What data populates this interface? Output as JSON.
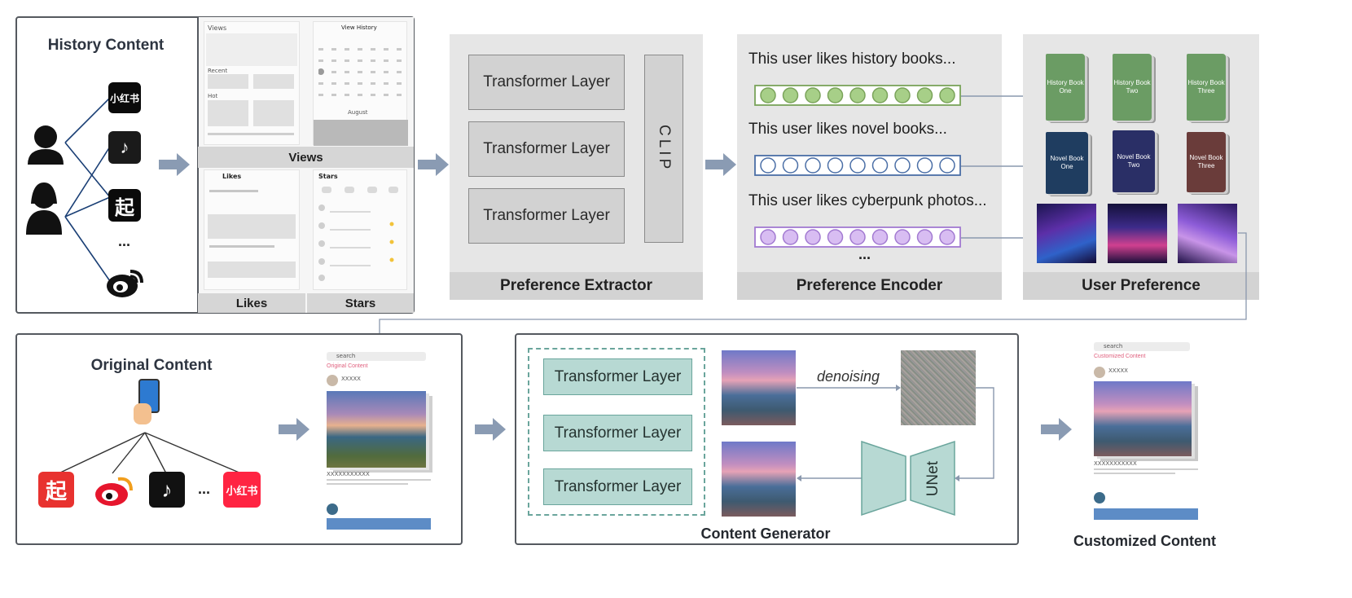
{
  "history": {
    "title": "History Content",
    "apps_ellipsis": "...",
    "panel_labels": {
      "views": "Views",
      "likes": "Likes",
      "stars": "Stars"
    },
    "screens": {
      "views_header": "Views",
      "view_history": "View History",
      "recent": "Recent",
      "hot": "Hot",
      "month": "August",
      "likes_header": "Likes",
      "stars_header": "Stars"
    },
    "app_icons": [
      "xiaohongshu-icon",
      "tiktok-icon",
      "qidian-icon",
      "weibo-icon"
    ]
  },
  "extractor": {
    "layers": [
      "Transformer Layer",
      "Transformer Layer",
      "Transformer Layer"
    ],
    "clip_label": "CLIP",
    "footer": "Preference Extractor"
  },
  "encoder": {
    "lines": [
      {
        "text": "This user likes history books...",
        "color": "#7aa35a",
        "fill": "#a7cf88"
      },
      {
        "text": "This user likes novel books...",
        "color": "#4a6ea6",
        "fill": "#ffffff"
      },
      {
        "text": "This user likes cyberpunk photos...",
        "color": "#a27ad1",
        "fill": "#d8bdf2"
      }
    ],
    "ellipsis": "...",
    "footer": "Preference Encoder"
  },
  "user_pref": {
    "footer": "User Preference",
    "books_history": [
      "History Book One",
      "History Book Two",
      "History Book Three"
    ],
    "books_novel": [
      "Novel Book One",
      "Novel Book Two",
      "Novel Book Three"
    ]
  },
  "original": {
    "title": "Original Content",
    "apps_ellipsis": "...",
    "screen_label": "Original Content",
    "search_placeholder": "search",
    "user": "XXXXX",
    "caption": "XXXXXXXXXXX"
  },
  "generator": {
    "layers": [
      "Transformer Layer",
      "Transformer Layer",
      "Transformer Layer"
    ],
    "denoising": "denoising",
    "unet": "UNet",
    "footer": "Content Generator"
  },
  "customized": {
    "title": "Customized Content",
    "screen_label": "Customized Content",
    "search_placeholder": "search",
    "user": "XXXXX",
    "caption": "XXXXXXXXXXX"
  },
  "colors": {
    "arrow": "#8a9bb3",
    "teal": "#b7d9d3",
    "connector": "#8a98ad"
  }
}
